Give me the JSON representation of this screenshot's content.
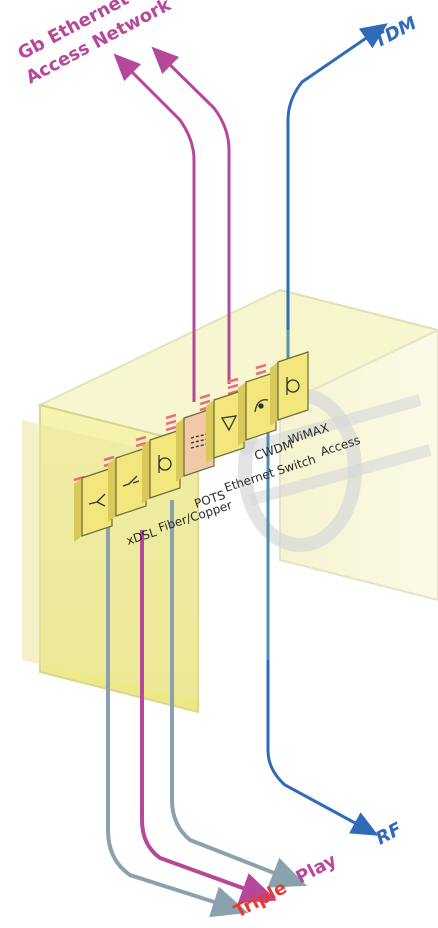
{
  "labels": {
    "gb_ethernet_line1": "Gb Ethernet",
    "gb_ethernet_line2": "Access Network",
    "tdm": "TDM",
    "rf": "RF",
    "triple_play_1": "Triple",
    "triple_play_2": "Play"
  },
  "modules": [
    {
      "label": "xDSL",
      "icon": "splitter-icon"
    },
    {
      "label": "Fiber/Copper",
      "icon": "switch-icon"
    },
    {
      "label": "POTS",
      "icon": "optical-icon"
    },
    {
      "label": "Ethernet Switch",
      "icon": "ethernet-switch-icon"
    },
    {
      "label": "CWDM",
      "icon": "filter-triangle-icon"
    },
    {
      "label": "WiMAX",
      "icon": "satellite-dish-icon"
    },
    {
      "label": "Access",
      "icon": "optical-icon"
    }
  ],
  "colors": {
    "magenta": "#b6489c",
    "blue": "#2f6bb8",
    "grey_blue": "#8aa2ad",
    "red": "#e8392e",
    "chassis": "#f2ef9a",
    "module": "#f3e67c",
    "module_highlight": "#f1c9a8",
    "connector": "#e96f7e"
  }
}
